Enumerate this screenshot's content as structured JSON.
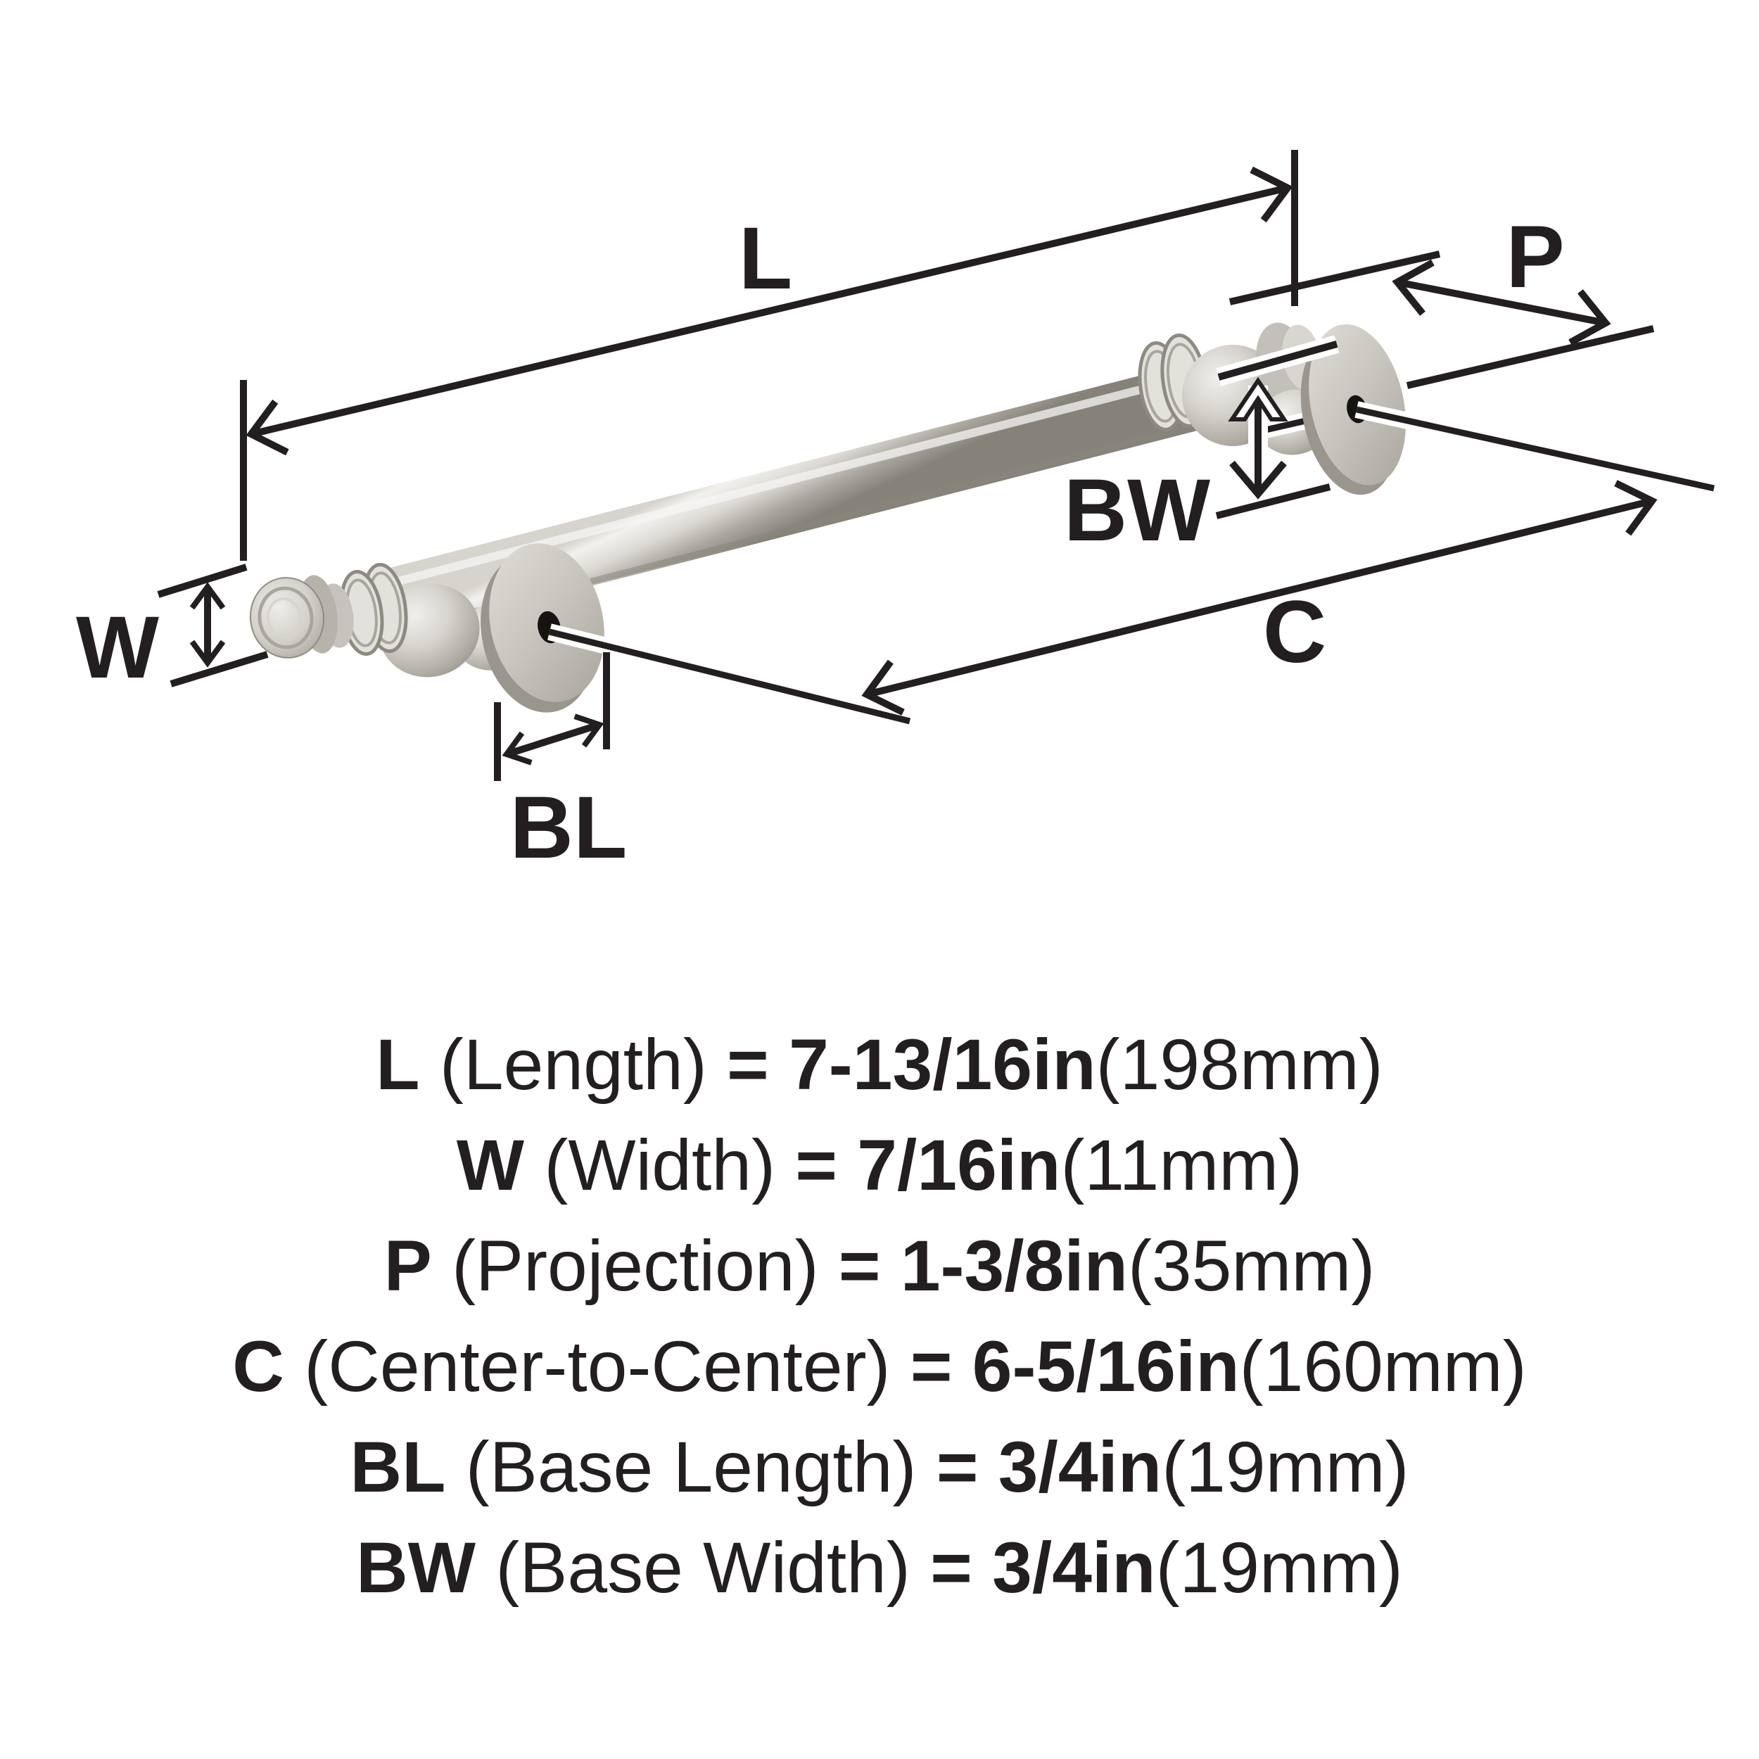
{
  "diagram": {
    "labels": {
      "length": "L",
      "width": "W",
      "projection": "P",
      "center_to_center": "C",
      "base_length": "BL",
      "base_width": "BW"
    },
    "colors": {
      "line": "#231f20",
      "metal_highlight": "#f2f1ee",
      "metal_mid": "#d5d2cb",
      "metal_shadow": "#86827a",
      "plate_light": "#dedbd5",
      "plate_dark": "#aeaaa2",
      "hole": "#161310",
      "background": "#ffffff"
    }
  },
  "specs": {
    "rows": [
      {
        "symbol": "L",
        "name": " (Length) ",
        "value": "= 7-13/16in",
        "metric": "(198mm)"
      },
      {
        "symbol": "W",
        "name": " (Width) ",
        "value": "= 7/16in",
        "metric": "(11mm)"
      },
      {
        "symbol": "P",
        "name": " (Projection) ",
        "value": "= 1-3/8in",
        "metric": "(35mm)"
      },
      {
        "symbol": "C",
        "name": " (Center-to-Center) ",
        "value": "= 6-5/16in",
        "metric": "(160mm)"
      },
      {
        "symbol": "BL",
        "name": " (Base Length) ",
        "value": "= 3/4in",
        "metric": "(19mm)"
      },
      {
        "symbol": "BW",
        "name": " (Base Width) ",
        "value": "= 3/4in",
        "metric": "(19mm)"
      }
    ]
  }
}
